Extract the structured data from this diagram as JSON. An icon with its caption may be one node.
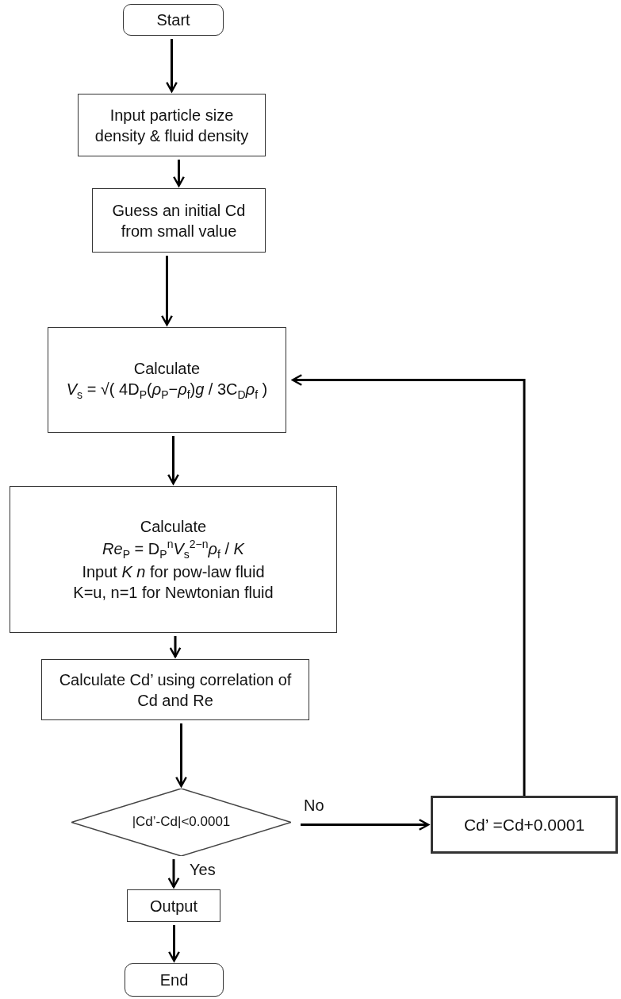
{
  "diagram": {
    "nodes": [
      {
        "text": [
          "Start"
        ]
      },
      {
        "text": [
          "Input particle size density & fluid density"
        ]
      },
      {
        "text": [
          "Guess an initial Cd from small value"
        ]
      },
      {
        "text": [
          "Calculate",
          "*V*$_{s}$ = √( 4D$_{P}$(*ρ*$_{P}$−*ρ*$_{f}$)*g* / 3C$_{D}$*ρ*$_{f}$ )"
        ]
      },
      {
        "text": [
          "Calculate",
          "*Re*$_{P}$ = D$_{P}$$^{n}$*V*$_{s}$$^{2−n}$*ρ*$_{f}$ / *K*",
          "Input *K n* for pow-law fluid",
          "K=u, n=1 for Newtonian fluid"
        ]
      },
      {
        "text": [
          "Calculate Cd’ using correlation of Cd and Re"
        ]
      },
      {
        "text": [
          "|Cd’-Cd|<0.0001"
        ]
      },
      {
        "text": [
          "Cd’ =Cd+0.0001"
        ]
      },
      {
        "text": [
          "Output"
        ]
      },
      {
        "text": [
          "End"
        ]
      }
    ],
    "edges": [
      {
        "from": 0,
        "to": 1,
        "arrow": "to"
      },
      {
        "from": 1,
        "to": 2,
        "arrow": "to"
      },
      {
        "from": 2,
        "to": 3,
        "arrow": "to"
      },
      {
        "from": 3,
        "to": 4,
        "arrow": "to"
      },
      {
        "from": 4,
        "to": 5,
        "arrow": "to"
      },
      {
        "from": 5,
        "to": 6,
        "arrow": "to"
      },
      {
        "from": 6,
        "to": 7,
        "arrow": "to",
        "label": "No"
      },
      {
        "from": 6,
        "to": 8,
        "arrow": "to",
        "label": "Yes"
      },
      {
        "from": 8,
        "to": 9,
        "arrow": "to"
      },
      {
        "from": 7,
        "to": 3,
        "arrow": "to"
      }
    ]
  }
}
